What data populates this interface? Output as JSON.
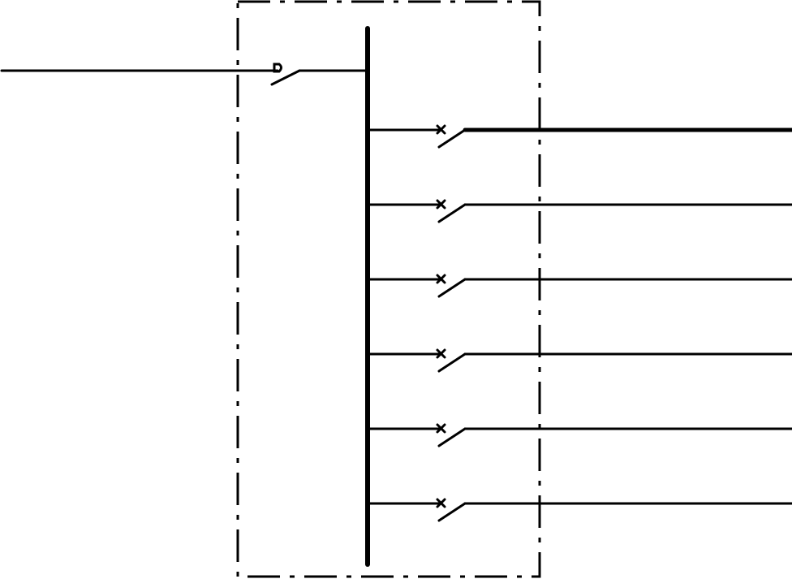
{
  "diagram": {
    "kind": "single-line distribution diagram",
    "colors": {
      "line": "#000000",
      "background": "#ffffff"
    },
    "enclosure": {
      "style": "dash-dot boundary"
    },
    "incoming": {
      "switch_symbol": "disconnector-switch-icon"
    },
    "busbar": {},
    "outgoing_feeders": [
      {
        "switch_symbol": "circuit-breaker-icon",
        "emphasis": "heavy"
      },
      {
        "switch_symbol": "circuit-breaker-icon",
        "emphasis": "normal"
      },
      {
        "switch_symbol": "circuit-breaker-icon",
        "emphasis": "normal"
      },
      {
        "switch_symbol": "circuit-breaker-icon",
        "emphasis": "normal"
      },
      {
        "switch_symbol": "circuit-breaker-icon",
        "emphasis": "normal"
      },
      {
        "switch_symbol": "circuit-breaker-icon",
        "emphasis": "normal"
      }
    ]
  }
}
